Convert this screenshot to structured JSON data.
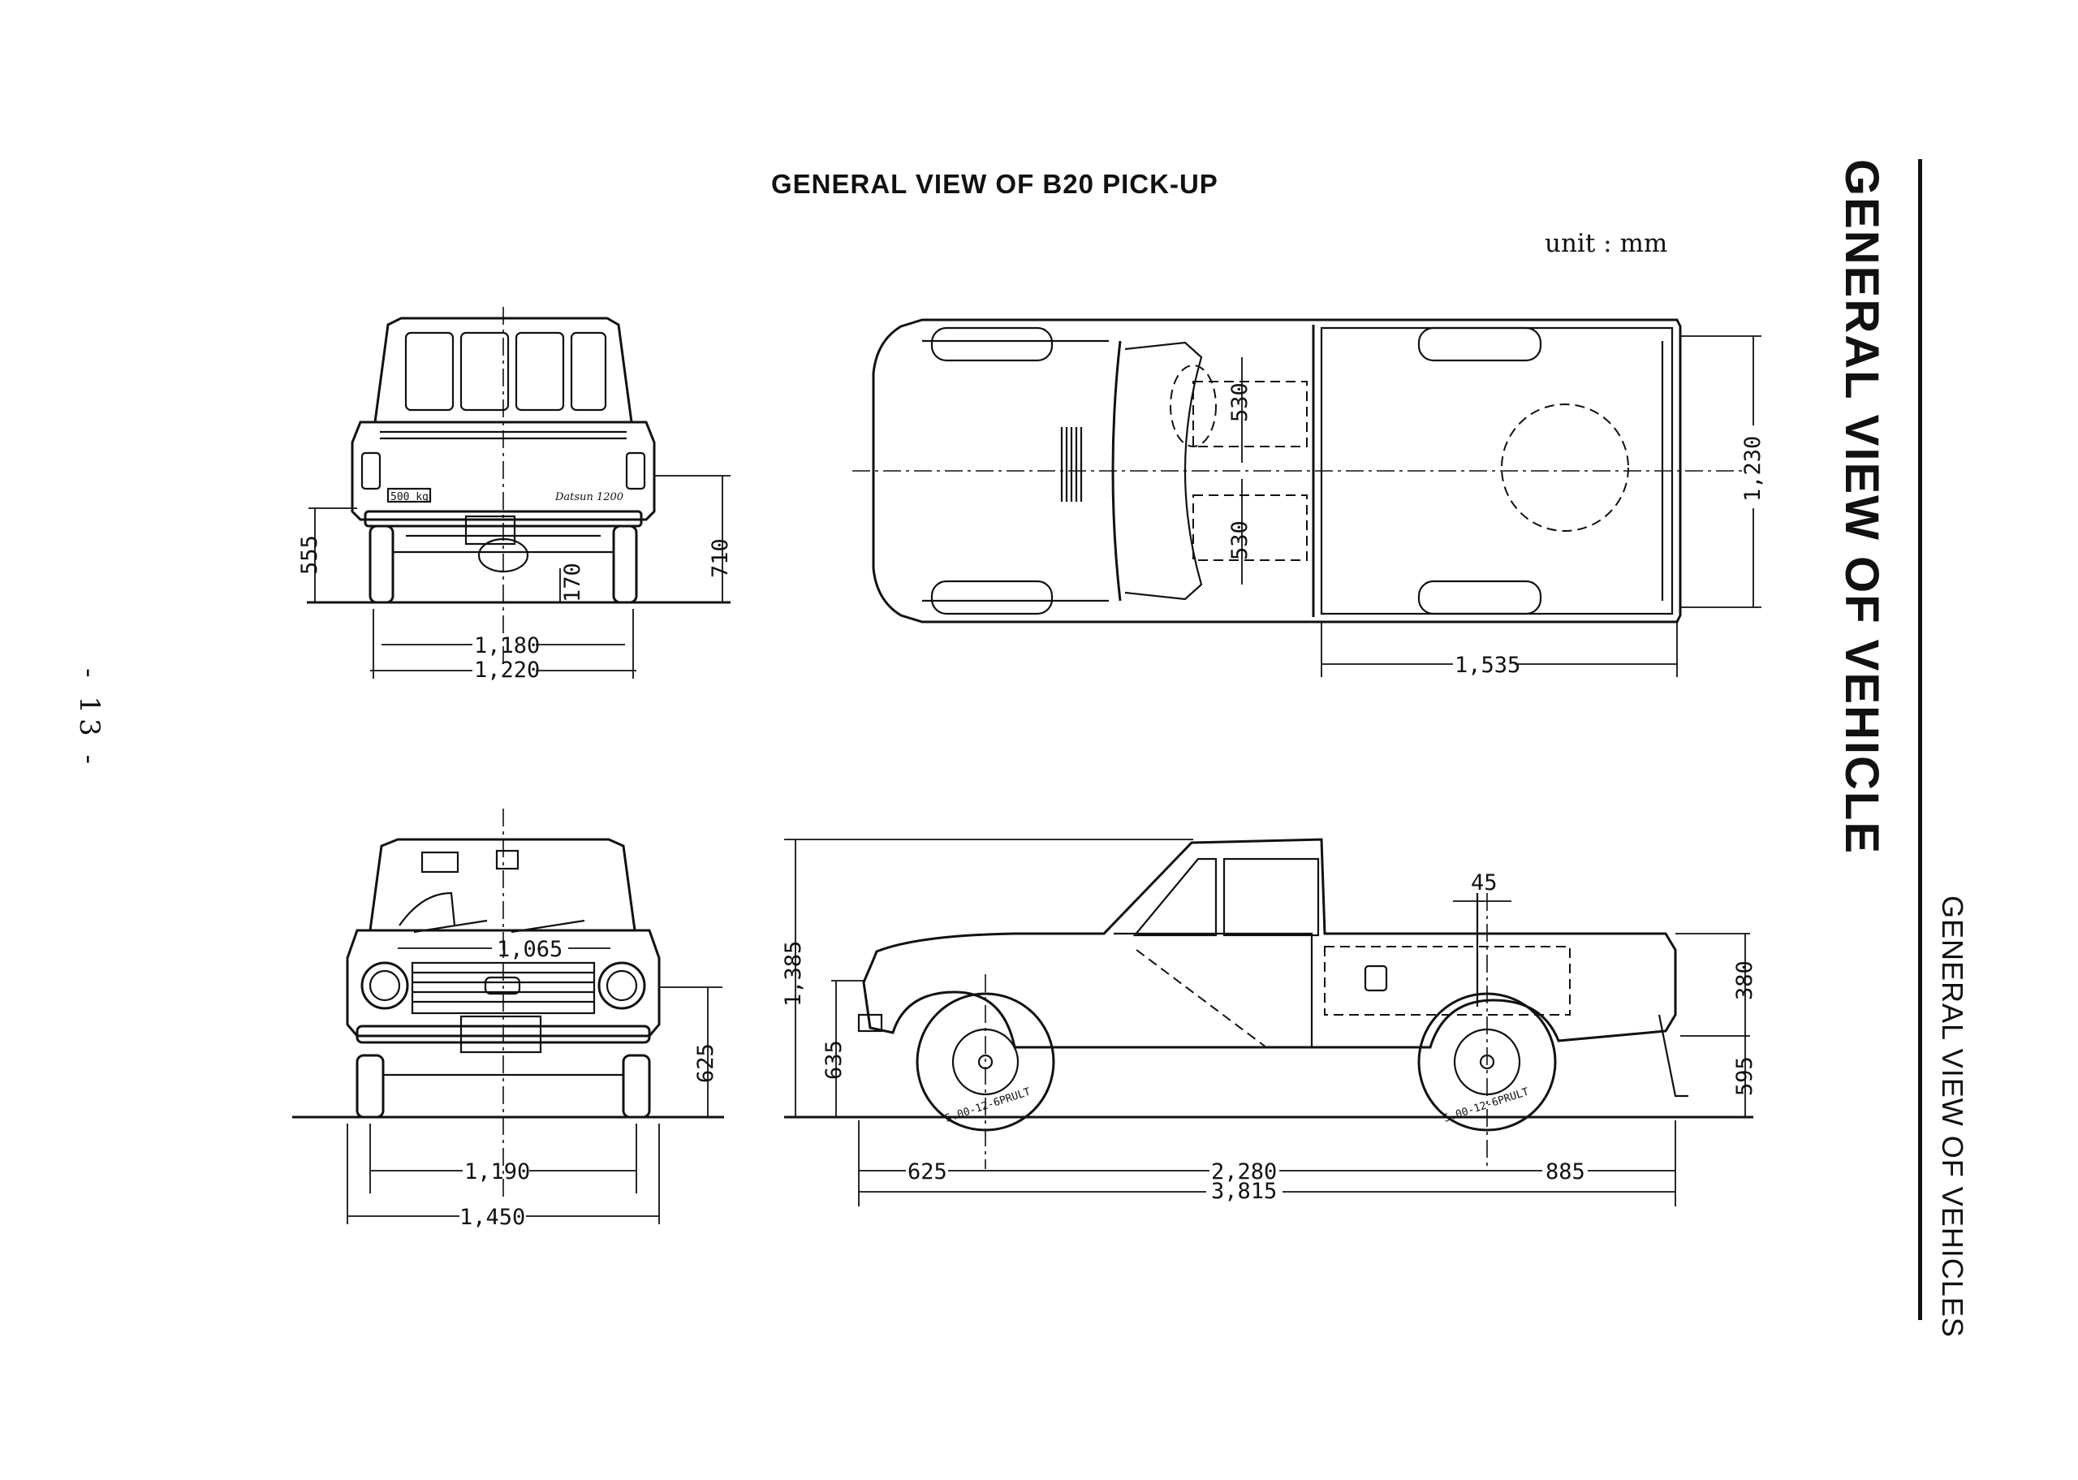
{
  "title": "GENERAL VIEW OF B20 PICK-UP",
  "unit": "unit : mm",
  "page_number": "- 13 -",
  "side_title": "GENERAL VIEW OF VEHICLE",
  "section_tab": "GENERAL VIEW OF VEHICLES",
  "dimensions": {
    "rear_ground_to_bumper": "555",
    "rear_clearance": "170",
    "rear_height": "710",
    "rear_tread": "1,180",
    "rear_overall_width": "1,220",
    "top_cab_upper": "530",
    "top_cab_lower": "530",
    "top_bed_width": "1,230",
    "top_bed_length": "1,535",
    "front_upper_width": "1,065",
    "front_height": "625",
    "front_tread": "1,190",
    "front_overall_width": "1,450",
    "side_overall_height": "1,385",
    "side_front_height": "635",
    "side_offset": "45",
    "side_bed_height": "380",
    "side_rear_height": "595",
    "side_front_overhang": "625",
    "side_wheelbase": "2,280",
    "side_rear_overhang": "885",
    "side_overall_length": "3,815"
  },
  "tire_marking": "5.00-12-6PRULT",
  "badges": {
    "rear_plate": "500 kg",
    "rear_script": "Datsun 1200"
  }
}
